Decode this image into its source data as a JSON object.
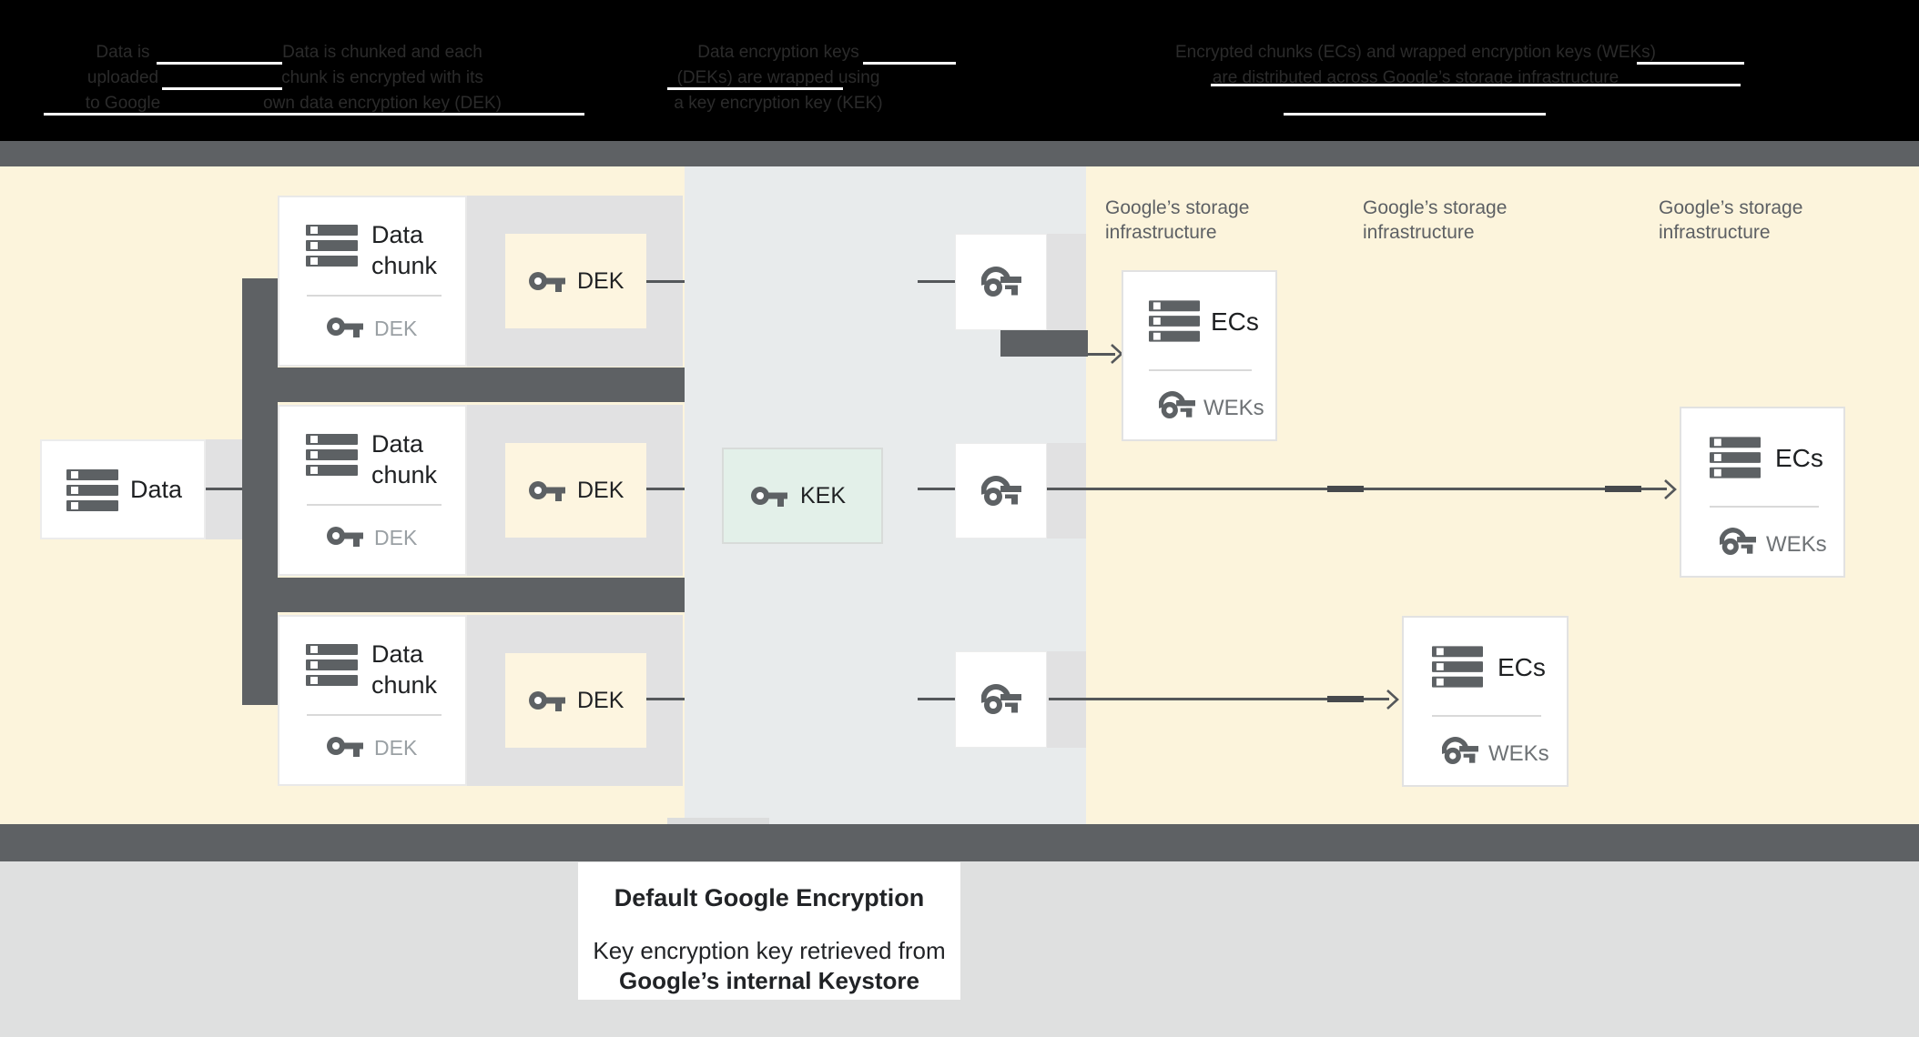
{
  "header": {
    "columns": [
      {
        "lines": [
          "Data is",
          "uploaded",
          "to Google"
        ]
      },
      {
        "lines": [
          "Data is chunked and each",
          "chunk is encrypted with its",
          "own data encryption key (DEK)"
        ]
      },
      {
        "lines": [
          "Data encryption keys",
          "(DEKs) are wrapped using",
          "a key encryption key (KEK)"
        ]
      },
      {
        "lines": [
          "Encrypted chunks (ECs) and wrapped encryption keys (WEKs)",
          "are distributed across Google’s storage infrastructure"
        ]
      }
    ]
  },
  "nodes": {
    "data": {
      "label": "Data"
    },
    "chunks": [
      {
        "title": "Data\nchunk",
        "key_label": "DEK"
      },
      {
        "title": "Data\nchunk",
        "key_label": "DEK"
      },
      {
        "title": "Data\nchunk",
        "key_label": "DEK"
      }
    ],
    "deks": [
      {
        "label": "DEK"
      },
      {
        "label": "DEK"
      },
      {
        "label": "DEK"
      }
    ],
    "kek": {
      "label": "KEK"
    },
    "storage_labels": [
      {
        "text": "Google’s storage\ninfrastructure"
      },
      {
        "text": "Google’s storage\ninfrastructure"
      },
      {
        "text": "Google’s storage\ninfrastructure"
      }
    ],
    "ecs": [
      {
        "label": "ECs",
        "key_label": "WEKs"
      },
      {
        "label": "ECs",
        "key_label": "WEKs"
      },
      {
        "label": "ECs",
        "key_label": "WEKs"
      }
    ]
  },
  "caption": {
    "title": "Default Google Encryption",
    "line1": "Key encryption key retrieved from",
    "line2": "Google’s internal Keystore"
  },
  "colors": {
    "zone_yellow": "#fcf4dc",
    "zone_mid_gray": "#e8ebec",
    "band_dark": "#5e6164",
    "band_light": "#e1e1e2",
    "kek_green": "#e3f0e9",
    "dek_cream": "#fdf5e0",
    "caption_bg": "#dfe0e0",
    "icon_gray": "#5d6164",
    "text_dark": "#212326",
    "text_gray": "#5d6064"
  }
}
